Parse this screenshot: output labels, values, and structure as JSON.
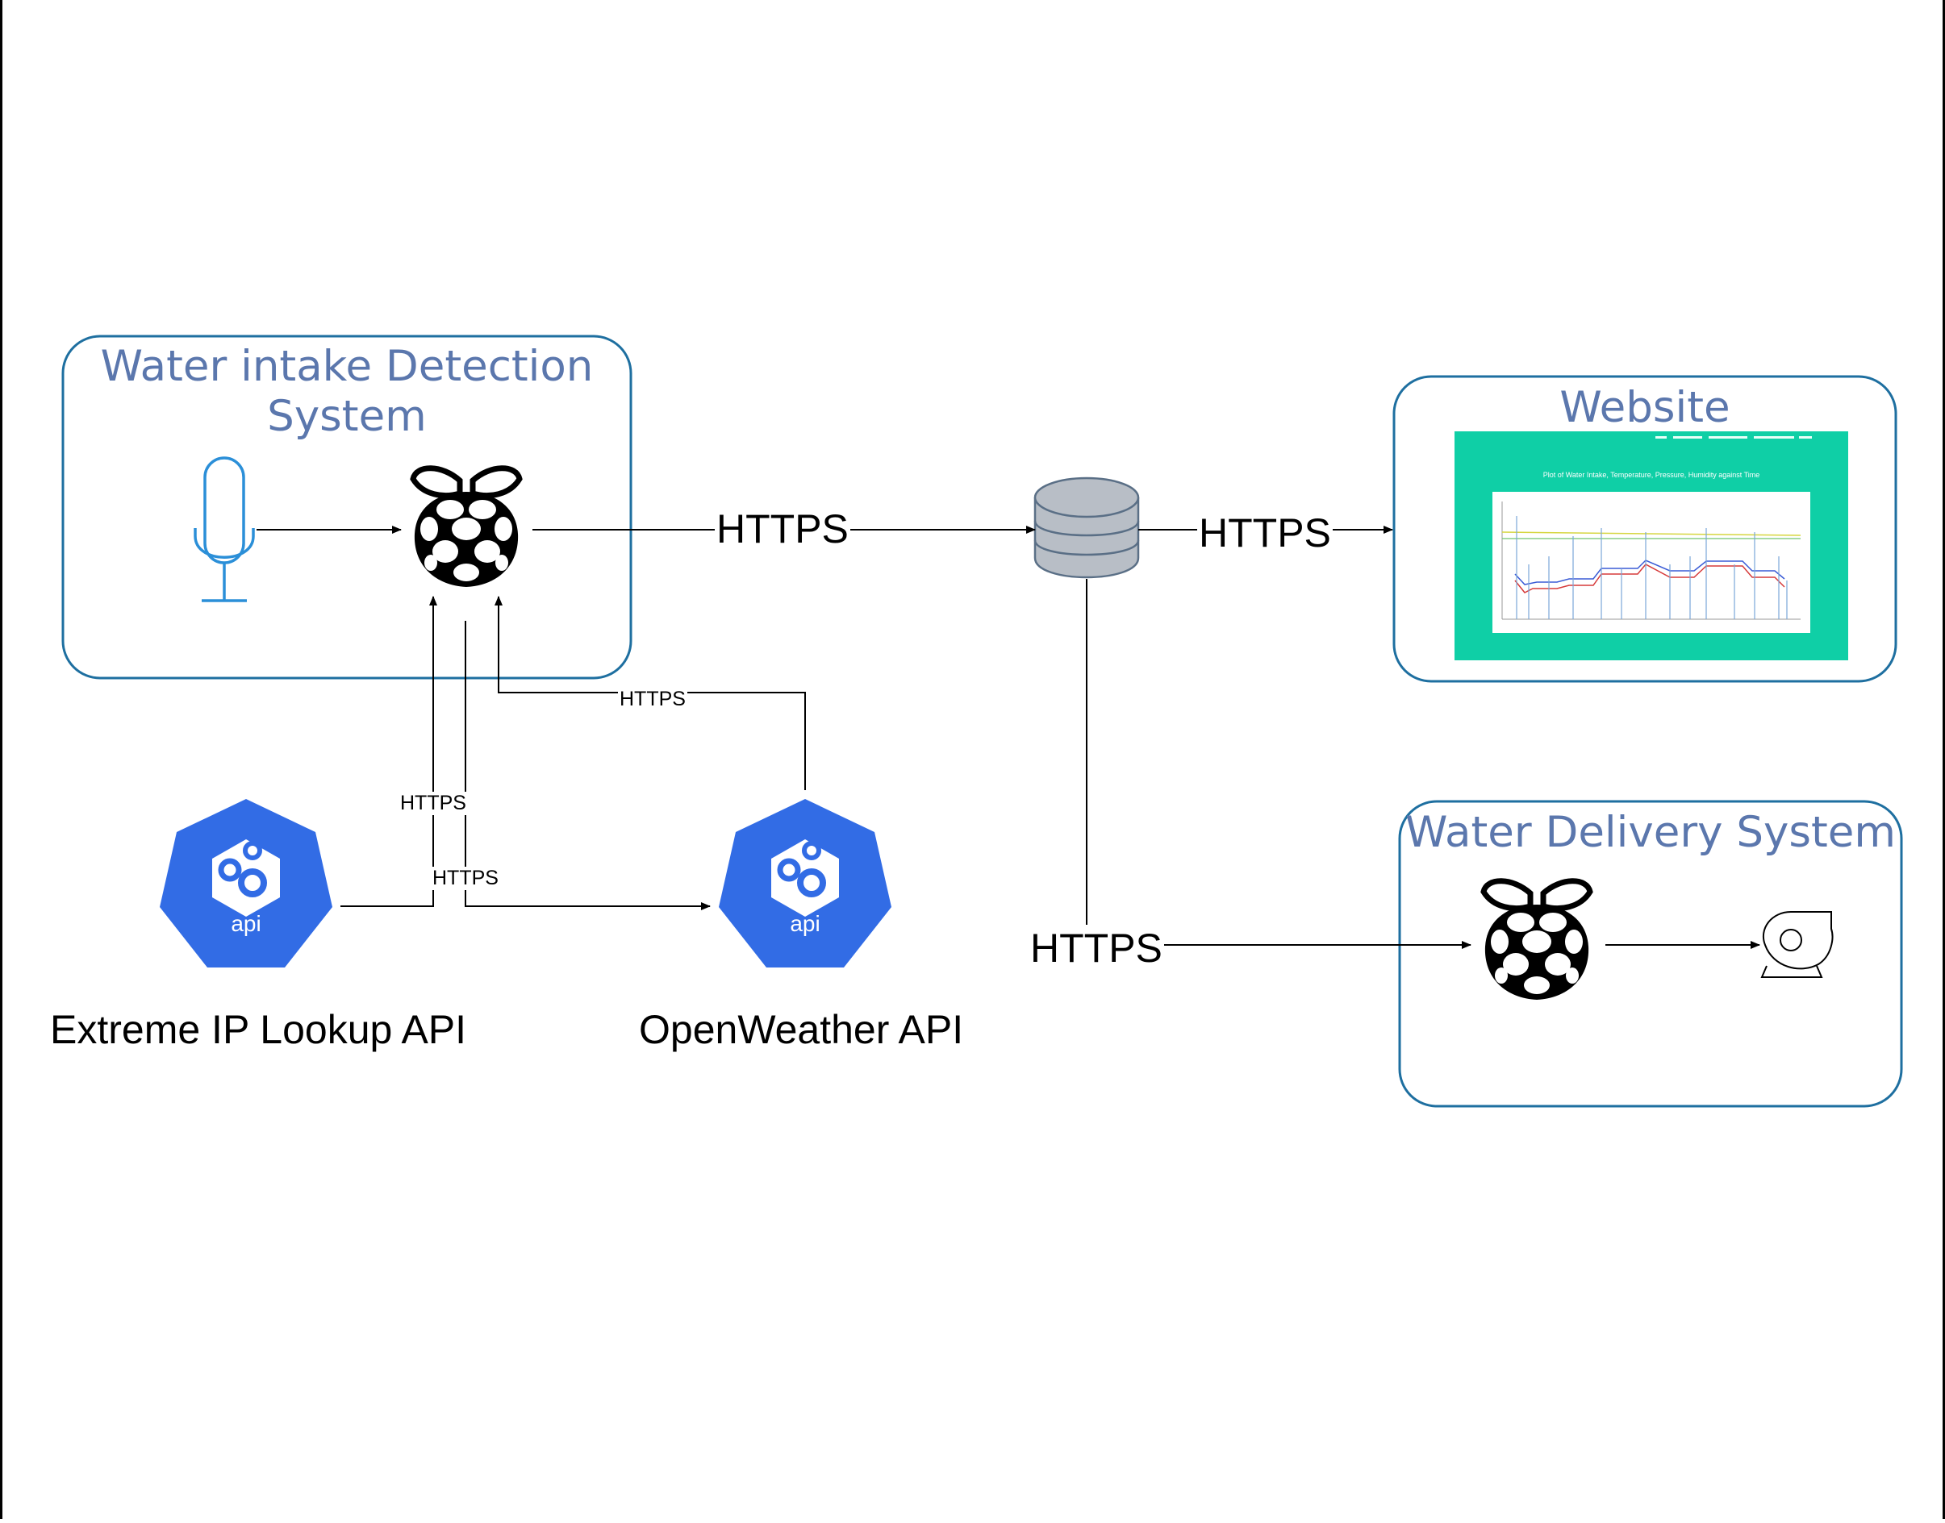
{
  "groups": {
    "intake": {
      "title": "Water intake Detection System"
    },
    "website": {
      "title": "Website"
    },
    "delivery": {
      "title": "Water Delivery System"
    }
  },
  "apis": {
    "ip_lookup": {
      "name": "Extreme IP Lookup API",
      "icon_text": "api"
    },
    "openweather": {
      "name": "OpenWeather API",
      "icon_text": "api"
    }
  },
  "edges": {
    "pi_to_db": "HTTPS",
    "db_to_website": "HTTPS",
    "db_to_delivery": "HTTPS",
    "openweather_to_pi": "HTTPS",
    "ip_to_pi": "HTTPS",
    "pi_to_openweather": "HTTPS"
  },
  "website_screenshot": {
    "heading": "Plot of Water Intake, Temperature, Pressure, Humidity against Time"
  },
  "colors": {
    "group_border": "#1e6fa0",
    "group_title": "#5b77ad",
    "api_blue": "#326ce5",
    "mic_blue": "#2b8fd8",
    "website_bg": "#0fcfa6",
    "db_fill": "#b8bec6"
  },
  "icons": [
    "microphone-icon",
    "raspberry-pi-icon",
    "database-icon",
    "api-gear-icon",
    "pump-icon"
  ]
}
